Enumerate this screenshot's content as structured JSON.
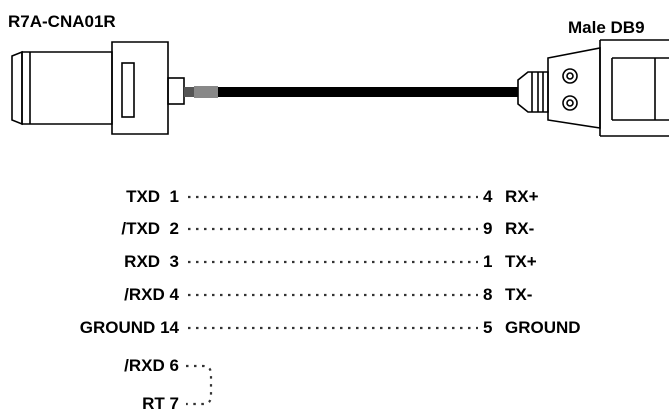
{
  "left_connector": {
    "name": "R7A-CNA01R"
  },
  "right_connector": {
    "name": "Male DB9"
  },
  "wiring": [
    {
      "left_signal": "TXD",
      "left_pin": "1",
      "right_pin": "4",
      "right_signal": "RX+"
    },
    {
      "left_signal": "/TXD",
      "left_pin": "2",
      "right_pin": "9",
      "right_signal": "RX-"
    },
    {
      "left_signal": "RXD",
      "left_pin": "3",
      "right_pin": "1",
      "right_signal": "TX+"
    },
    {
      "left_signal": "/RXD",
      "left_pin": "4",
      "right_pin": "8",
      "right_signal": "TX-"
    },
    {
      "left_signal": "GROUND",
      "left_pin": "14",
      "right_pin": "5",
      "right_signal": "GROUND"
    }
  ],
  "jumper": [
    {
      "left_signal": "/RXD",
      "left_pin": "6"
    },
    {
      "left_signal": "RT",
      "left_pin": "7"
    }
  ]
}
